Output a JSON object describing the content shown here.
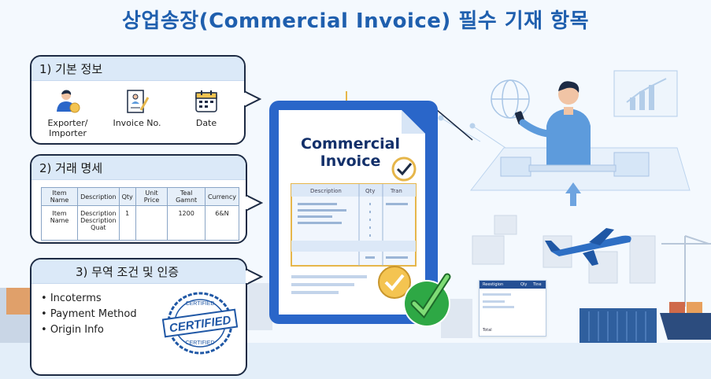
{
  "title": "상업송장(Commercial Invoice) 필수 기재 항목",
  "colors": {
    "title": "#1f5fae",
    "panel_border": "#1d2b44",
    "panel_header": "#dbe9f8",
    "accent_gold": "#e6b64a",
    "check_green": "#2ea845",
    "doc_frame": "#2a66c9"
  },
  "sections": {
    "basic": {
      "title": "1) 기본 정보",
      "items": [
        {
          "label": "Exporter/\nImporter",
          "icon": "person-icon"
        },
        {
          "label": "Invoice No.",
          "icon": "document-signature-icon"
        },
        {
          "label": "Date",
          "icon": "calendar-icon"
        }
      ]
    },
    "transaction": {
      "title": "2) 거래 명세",
      "table": {
        "headers": [
          "Item Name",
          "Description",
          "Qty",
          "Unit Price",
          "Teal Gamnt",
          "Currency"
        ],
        "row": [
          "Item\nName",
          "Description\nDescription\nQuat",
          "1",
          "",
          "1200",
          "6&N"
        ]
      }
    },
    "trade": {
      "title": "3) 무역 조건 및 인증",
      "items": [
        "Incoterms",
        "Payment Method",
        "Origin Info"
      ],
      "stamp": {
        "top": "CERTIFIED",
        "main": "CERTIFIED",
        "bottom": "CERTIFIED"
      }
    }
  },
  "document": {
    "heading_line1": "Commercial",
    "heading_line2": "Invoice",
    "table_headers": [
      "Description",
      "Qty",
      "Tran"
    ]
  },
  "small_invoice": {
    "headers": [
      "Reestigion",
      "Qly",
      "Tine"
    ],
    "total": "Total"
  }
}
